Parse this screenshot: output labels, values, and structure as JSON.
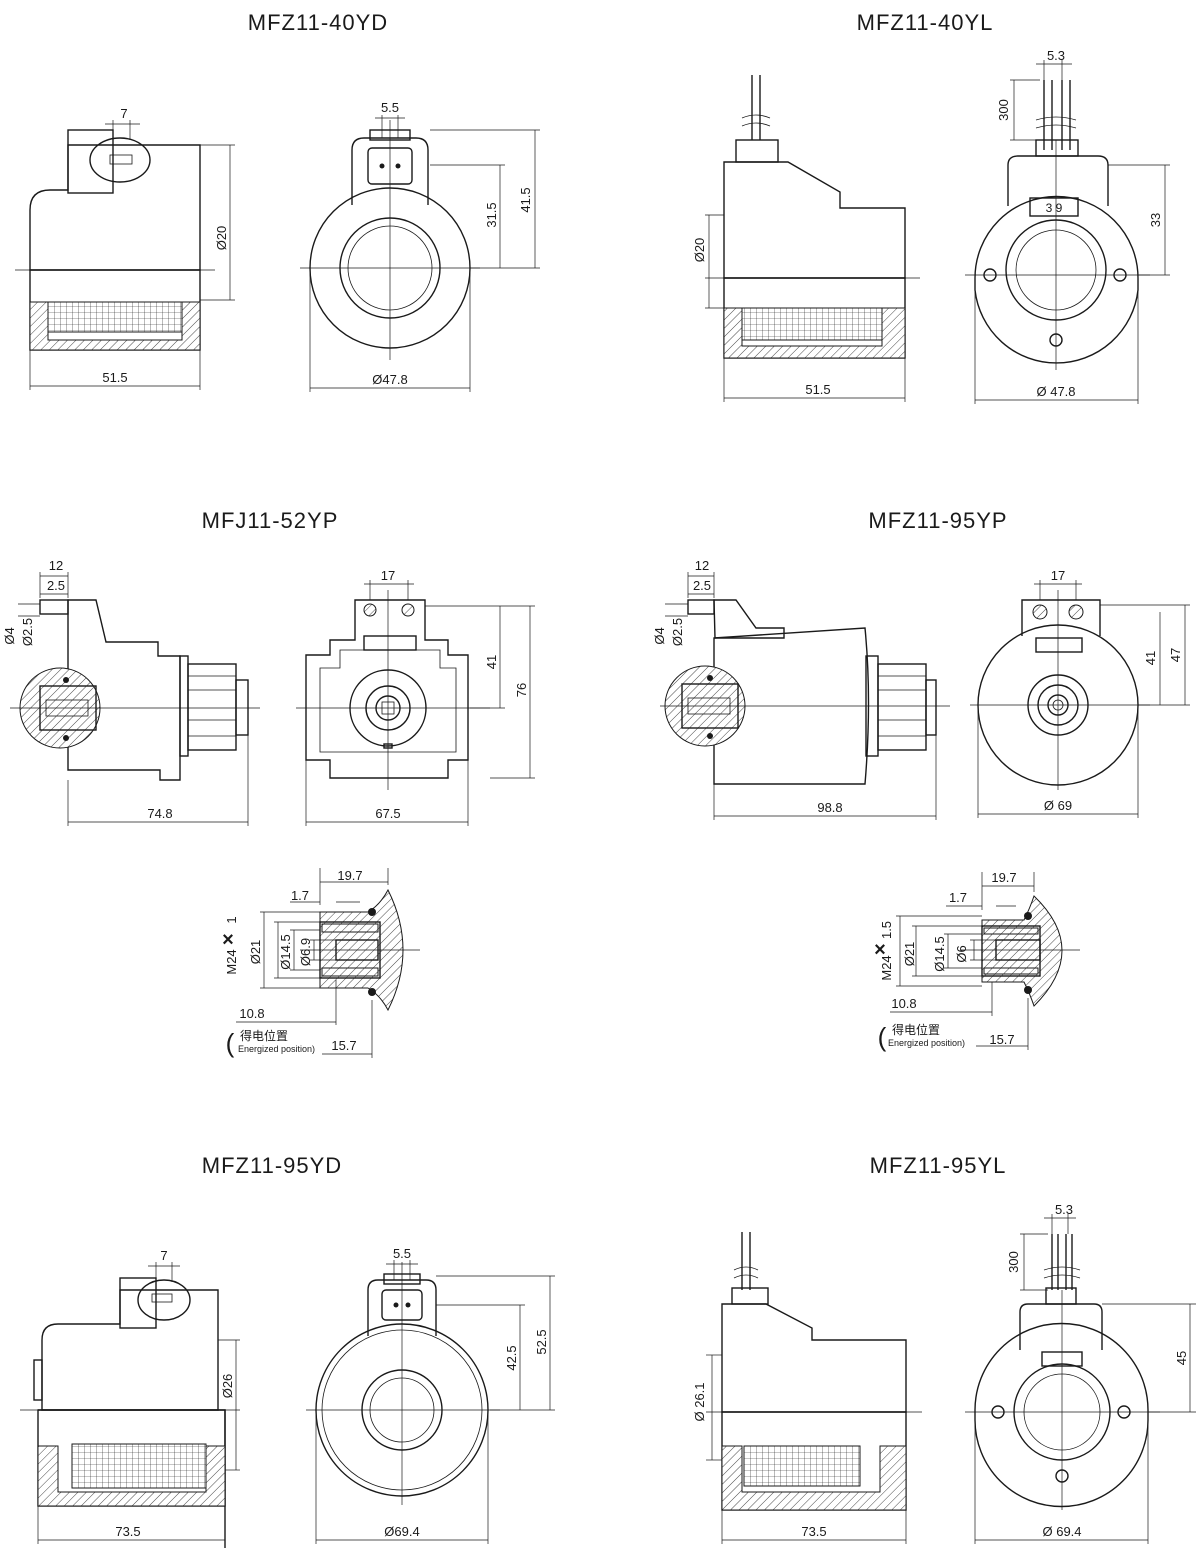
{
  "titles": {
    "t1": "MFZ11-40YD",
    "t2": "MFZ11-40YL",
    "t3": "MFJ11-52YP",
    "t4": "MFZ11-95YP",
    "t5": "MFZ11-95YD",
    "t6": "MFZ11-95YL"
  },
  "dims": {
    "d40yd_7": "7",
    "d40yd_phi20": "Ø20",
    "d40yd_515": "51.5",
    "d40yd_55": "5.5",
    "d40yd_315": "31.5",
    "d40yd_415": "41.5",
    "d40yd_phi478": "Ø47.8",
    "d40yl_phi20": "Ø20",
    "d40yl_515": "51.5",
    "d40yl_53": "5.3",
    "d40yl_300": "300",
    "d40yl_33": "33",
    "d40yl_phi478": "Ø 47.8",
    "d40yl_label": "3 9",
    "d52_12": "12",
    "d52_25": "2.5",
    "d52_phi4": "Ø4",
    "d52_phi25": "Ø2.5",
    "d52_748": "74.8",
    "d52_17": "17",
    "d52_41": "41",
    "d52_76": "76",
    "d52_675": "67.5",
    "d95yp_12": "12",
    "d95yp_25": "2.5",
    "d95yp_phi4": "Ø4",
    "d95yp_phi25": "Ø2.5",
    "d95yp_988": "98.8",
    "d95yp_17": "17",
    "d95yp_41": "41",
    "d95yp_47": "47",
    "d95yp_phi69": "Ø 69",
    "dL_197": "19.7",
    "dL_17": "1.7",
    "dL_m24": "M24",
    "dL_x": "×",
    "dL_1": "1",
    "dL_phi21": "Ø21",
    "dL_phi145": "Ø14.5",
    "dL_phi69": "Ø6.9",
    "dL_108": "10.8",
    "dL_157": "15.7",
    "dL_cn": "得电位置",
    "dL_en": "Energized position)",
    "dR_197": "19.7",
    "dR_17": "1.7",
    "dR_m24": "M24",
    "dR_x": "×",
    "dR_15": "1.5",
    "dR_phi21": "Ø21",
    "dR_phi145": "Ø14.5",
    "dR_phi6": "Ø6",
    "dR_108": "10.8",
    "dR_157": "15.7",
    "dR_cn": "得电位置",
    "dR_en": "Energized position)",
    "d95yd_7": "7",
    "d95yd_phi26": "Ø26",
    "d95yd_735": "73.5",
    "d95yd_55": "5.5",
    "d95yd_425": "42.5",
    "d95yd_525": "52.5",
    "d95yd_phi694": "Ø69.4",
    "d95yl_phi261": "Ø 26.1",
    "d95yl_735": "73.5",
    "d95yl_53": "5.3",
    "d95yl_300": "300",
    "d95yl_45": "45",
    "d95yl_phi694": "Ø 69.4"
  }
}
